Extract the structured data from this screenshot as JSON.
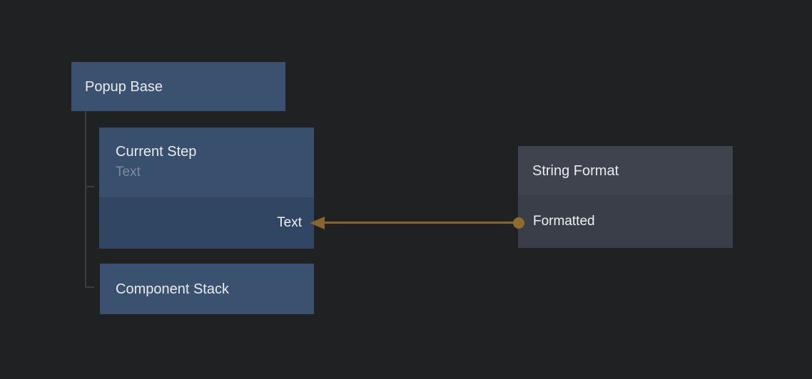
{
  "canvas": {
    "background_color": "#202122"
  },
  "nodes": {
    "popup_base": {
      "title": "Popup Base"
    },
    "current_step": {
      "title": "Current Step",
      "subtitle": "Text",
      "input_label": "Text"
    },
    "component_stack": {
      "title": "Component Stack"
    },
    "string_format": {
      "title": "String Format",
      "output_label": "Formatted"
    }
  },
  "connection": {
    "from_node": "String Format",
    "from_port": "Formatted",
    "to_node": "Current Step",
    "to_port": "Text",
    "color": "#87662b"
  },
  "colors": {
    "node_blue": "#3a526f",
    "node_blue_row": "#304662",
    "node_gray_header": "#3e434e",
    "node_gray_row": "#393e49",
    "tree_line": "#3d3d3d",
    "title_text": "#e9ebee",
    "subtitle_text": "#7d89a1"
  }
}
